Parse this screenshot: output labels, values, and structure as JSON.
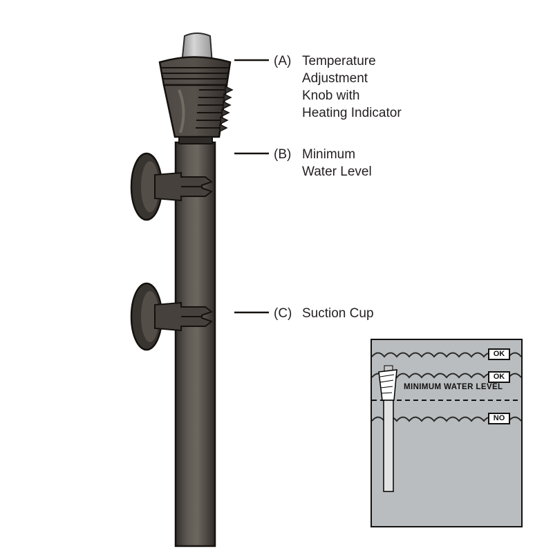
{
  "diagram": {
    "labels": [
      {
        "id": "A",
        "prefix": "(A)",
        "lines": [
          "Temperature",
          "Adjustment",
          "Knob with",
          "Heating Indicator"
        ]
      },
      {
        "id": "B",
        "prefix": "(B)",
        "lines": [
          "Minimum",
          "Water Level"
        ]
      },
      {
        "id": "C",
        "prefix": "(C)",
        "lines": [
          "Suction Cup"
        ]
      }
    ],
    "inset": {
      "badges": [
        {
          "label": "OK"
        },
        {
          "label": "OK"
        },
        {
          "label": "NO"
        }
      ],
      "water_level_label": "MINIMUM WATER LEVEL"
    }
  },
  "colors": {
    "color-text": "#231f20",
    "color-outline": "#14110e",
    "color-heater-body": "#4d4843",
    "color-heater-cap": "#c6c6c6",
    "color-inset-water": "#babdbf",
    "color-badge-bg": "#ffffff"
  }
}
